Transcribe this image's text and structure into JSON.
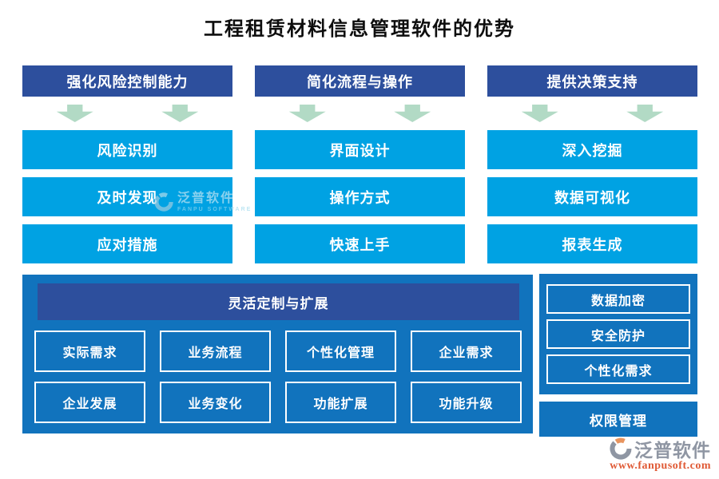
{
  "title": "工程租赁材料信息管理软件的优势",
  "columns": [
    {
      "header": "强化风险控制能力",
      "items": [
        "风险识别",
        "及时发现",
        "应对措施"
      ]
    },
    {
      "header": "简化流程与操作",
      "items": [
        "界面设计",
        "操作方式",
        "快速上手"
      ]
    },
    {
      "header": "提供决策支持",
      "items": [
        "深入挖掘",
        "数据可视化",
        "报表生成"
      ]
    }
  ],
  "bottom_left": {
    "header": "灵活定制与扩展",
    "rows": [
      [
        "实际需求",
        "业务流程",
        "个性化管理",
        "企业需求"
      ],
      [
        "企业发展",
        "业务变化",
        "功能扩展",
        "功能升级"
      ]
    ]
  },
  "bottom_right": {
    "items": [
      "数据加密",
      "安全防护",
      "个性化需求"
    ],
    "footer": "权限管理"
  },
  "watermark": {
    "name": "泛普软件",
    "sub": "FANPU SOFTWARE"
  },
  "brand": {
    "name": "泛普软件",
    "url": "www.fanpusoft.com"
  },
  "colors": {
    "header_blue": "#2d4f9d",
    "item_cyan": "#00a2e3",
    "panel_blue": "#1173bd",
    "arrow_green": "#b2dac5",
    "brand_gray": "#8f96a3",
    "brand_orange": "#e05a35"
  }
}
